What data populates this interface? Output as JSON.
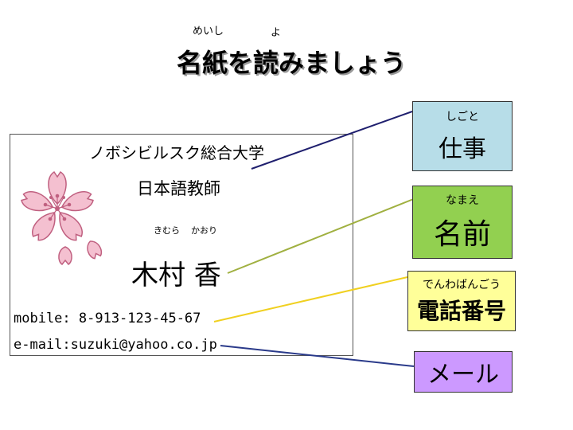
{
  "header": {
    "ruby_meishi": "めいし",
    "ruby_yo": "よ",
    "title": "名紙を読みましょう"
  },
  "card": {
    "university": "ノボシビルスク総合大学",
    "position": "日本語教師",
    "furigana_family": "きむら",
    "furigana_given": "かおり",
    "name": "木村 香",
    "mobile": "mobile: 8-913-123-45-67",
    "email": "e-mail:suzuki@yahoo.co.jp"
  },
  "labels": [
    {
      "ruby": "しごと",
      "text": "仕事",
      "color": "#b7dde8"
    },
    {
      "ruby": "なまえ",
      "text": "名前",
      "color": "#92d050"
    },
    {
      "ruby": "でんわばんごう",
      "text": "電話番号",
      "color": "#ffff99"
    },
    {
      "ruby": "",
      "text": "メール",
      "color": "#cc99ff"
    }
  ],
  "colors": {
    "line_job": "#1f1f6e",
    "line_name": "#a0b040",
    "line_phone": "#f0d020",
    "line_mail": "#2a3a8a",
    "sakura_fill": "#f4c0d0",
    "sakura_stroke": "#c06080"
  }
}
